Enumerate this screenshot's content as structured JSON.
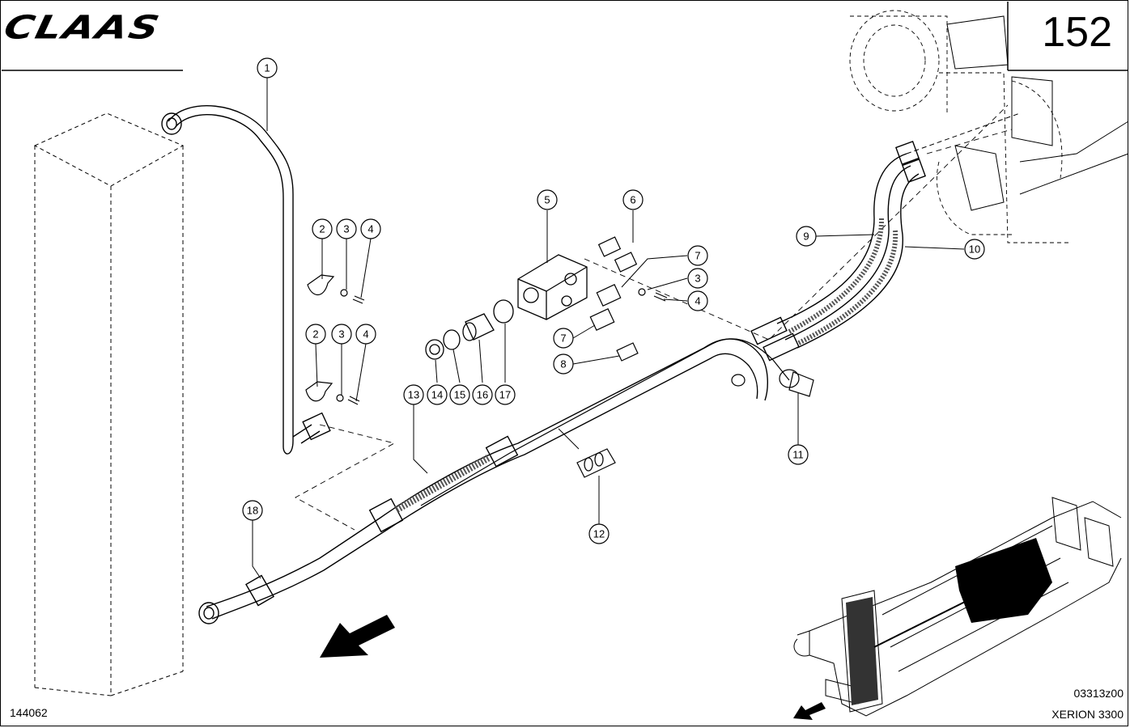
{
  "header": {
    "brand": "CLAAS",
    "page_number": "152"
  },
  "footer": {
    "doc_number": "144062",
    "drawing_code": "03313z00",
    "model": "XERION 3300"
  },
  "callouts": [
    {
      "label": "1"
    },
    {
      "label": "2"
    },
    {
      "label": "3"
    },
    {
      "label": "4"
    },
    {
      "label": "2"
    },
    {
      "label": "3"
    },
    {
      "label": "4"
    },
    {
      "label": "5"
    },
    {
      "label": "6"
    },
    {
      "label": "7"
    },
    {
      "label": "3"
    },
    {
      "label": "4"
    },
    {
      "label": "7"
    },
    {
      "label": "8"
    },
    {
      "label": "9"
    },
    {
      "label": "10"
    },
    {
      "label": "11"
    },
    {
      "label": "12"
    },
    {
      "label": "13"
    },
    {
      "label": "14"
    },
    {
      "label": "15"
    },
    {
      "label": "16"
    },
    {
      "label": "17"
    },
    {
      "label": "18"
    }
  ],
  "colors": {
    "ink": "#000000",
    "paper": "#ffffff",
    "hatch": "#555555"
  }
}
